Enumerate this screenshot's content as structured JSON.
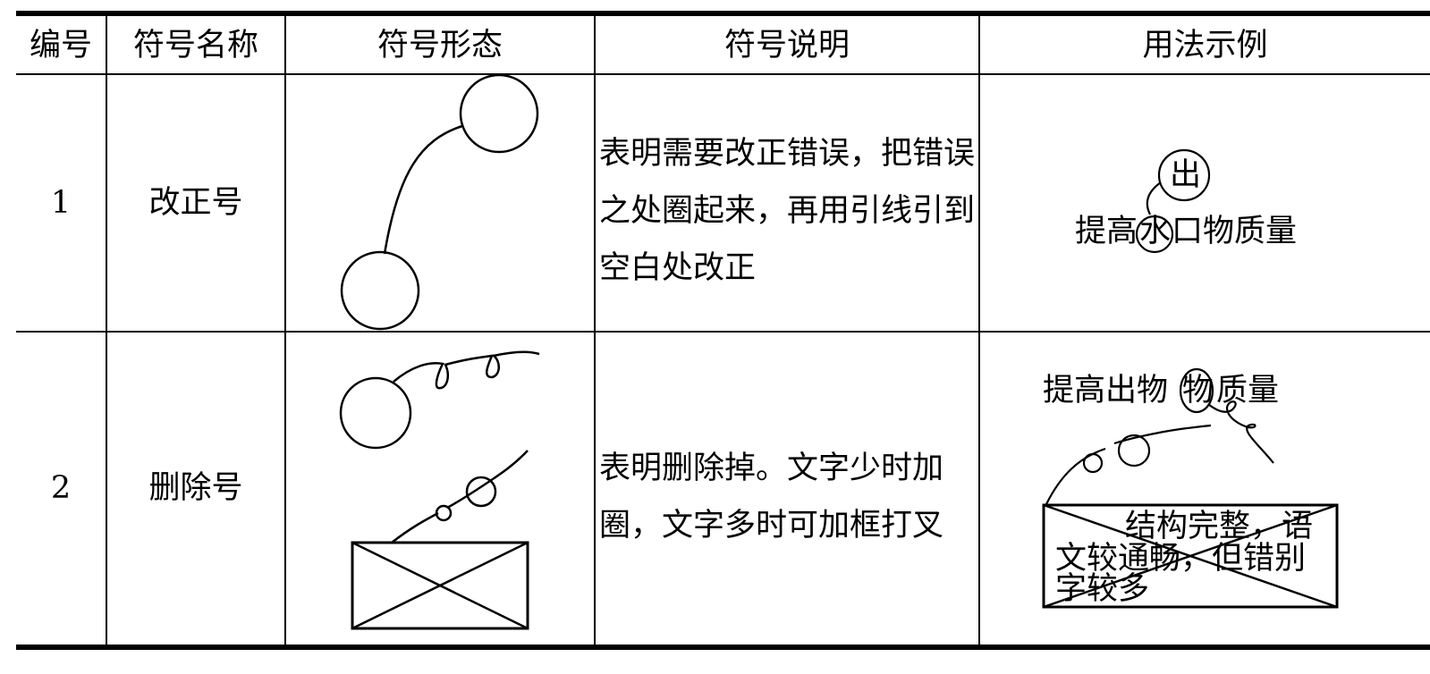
{
  "table": {
    "headers": [
      "编号",
      "符号名称",
      "符号形态",
      "符号说明",
      "用法示例"
    ],
    "rows": [
      {
        "number": "1",
        "name": "改正号",
        "shape_icon": "correction-mark-icon",
        "description": "表明需要改正错误，把错误之处圈起来，再用引线引到空白处改正",
        "example": {
          "correction_char": "出",
          "sentence_prefix": "提高",
          "circled_char": "水",
          "sentence_suffix": "口物质量"
        }
      },
      {
        "number": "2",
        "name": "删除号",
        "shape_icon": "deletion-mark-icon",
        "description": "表明删除掉。文字少时加圈，文字多时可加框打叉",
        "example": {
          "sentence_prefix": "提高出物",
          "circled_char": "物",
          "sentence_suffix": "质量",
          "boxed_line1": "结构完整，语",
          "boxed_line2": "文较通畅，但错别",
          "boxed_line3": "字较多"
        }
      }
    ]
  }
}
